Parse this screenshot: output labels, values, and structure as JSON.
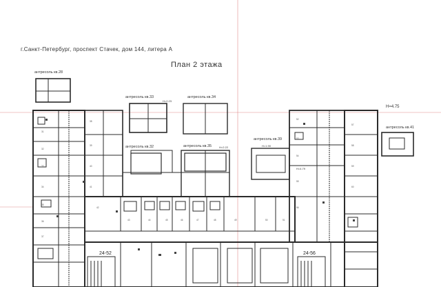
{
  "plan": {
    "address": "г.Санкт-Петербург, проспект Стачек, дом 144, литера А",
    "title": "План 2 этажа",
    "mezzanines": [
      {
        "id": "mz-28",
        "label": "антресоль кв.28"
      },
      {
        "id": "mz-33",
        "label": "антресоль кв.33"
      },
      {
        "id": "mz-34",
        "label": "антресоль кв.34"
      },
      {
        "id": "mz-32",
        "label": "антресоль кв.32"
      },
      {
        "id": "mz-35",
        "label": "антресоль кв.35"
      },
      {
        "id": "mz-39",
        "label": "антресоль кв.39"
      },
      {
        "id": "mz-41",
        "label": "антресоль кв.41"
      }
    ],
    "height_marks": [
      {
        "id": "h-475",
        "label": "Н=4.75"
      },
      {
        "id": "h-190",
        "label": "Н=1.90"
      },
      {
        "id": "h-223",
        "label": "Н=2.23"
      },
      {
        "id": "h-222",
        "label": "Н=2.22"
      },
      {
        "id": "h-479",
        "label": "Н=4.79"
      }
    ],
    "stair_labels": [
      {
        "id": "stair-left",
        "label": "24-52"
      },
      {
        "id": "stair-right",
        "label": "24-56"
      }
    ],
    "room_numbers": [
      "31",
      "32",
      "33",
      "34",
      "35",
      "36",
      "37",
      "38",
      "39",
      "40",
      "41",
      "42",
      "43",
      "44",
      "45",
      "46",
      "47",
      "48",
      "49",
      "50",
      "51",
      "52",
      "53",
      "54",
      "55",
      "56",
      "57",
      "58",
      "59",
      "60"
    ],
    "colors": {
      "line": "#2a2a2a",
      "guide": "#e08a8a",
      "hatch": "#444444",
      "paper": "#ffffff"
    }
  }
}
